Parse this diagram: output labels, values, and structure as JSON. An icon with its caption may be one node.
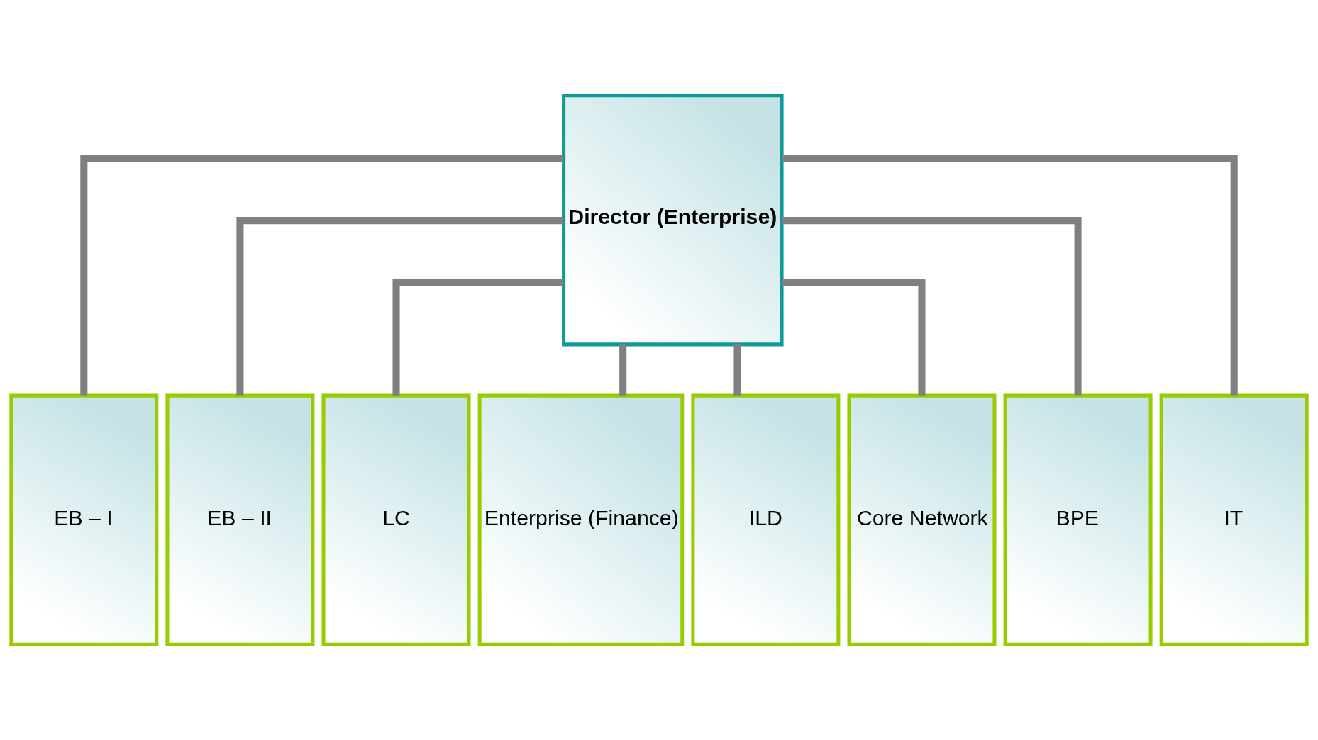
{
  "diagram": {
    "nodes": [
      {
        "text": [
          "Director (Enterprise)"
        ]
      },
      {
        "text": [
          "EB – I"
        ]
      },
      {
        "text": [
          "EB – II"
        ]
      },
      {
        "text": [
          "LC"
        ]
      },
      {
        "text": [
          "Enterprise (Finance)"
        ]
      },
      {
        "text": [
          "ILD"
        ]
      },
      {
        "text": [
          "Core Network"
        ]
      },
      {
        "text": [
          "BPE"
        ]
      },
      {
        "text": [
          "IT"
        ]
      }
    ],
    "edges": [
      {
        "from": 0,
        "to": 1,
        "arrow": "none"
      },
      {
        "from": 0,
        "to": 2,
        "arrow": "none"
      },
      {
        "from": 0,
        "to": 3,
        "arrow": "none"
      },
      {
        "from": 0,
        "to": 4,
        "arrow": "none"
      },
      {
        "from": 0,
        "to": 5,
        "arrow": "none"
      },
      {
        "from": 0,
        "to": 6,
        "arrow": "none"
      },
      {
        "from": 0,
        "to": 7,
        "arrow": "none"
      },
      {
        "from": 0,
        "to": 8,
        "arrow": "none"
      }
    ]
  }
}
